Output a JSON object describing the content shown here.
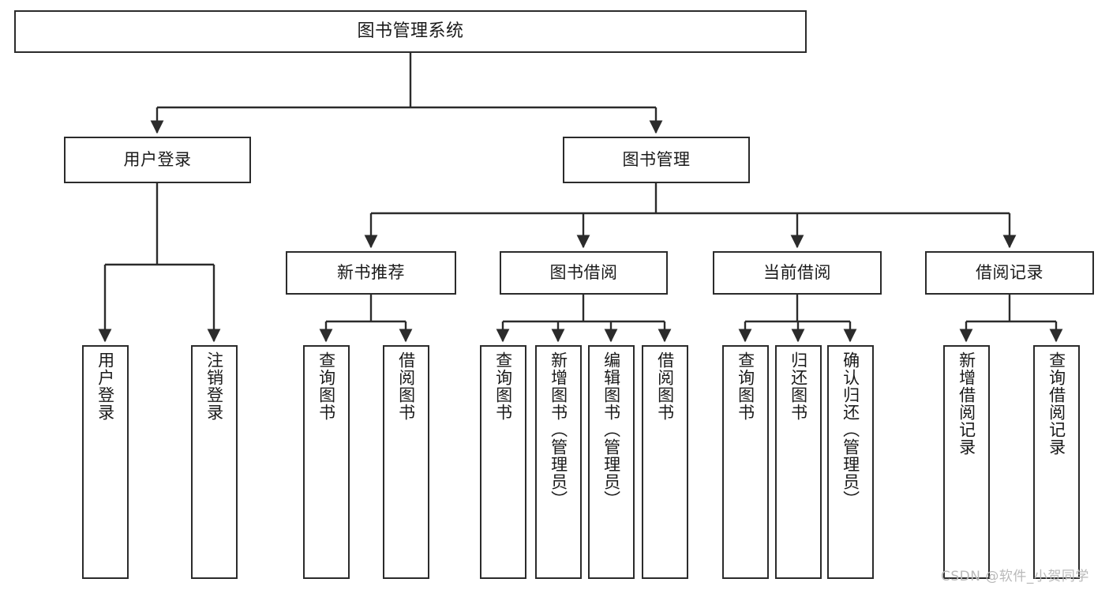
{
  "diagram": {
    "type": "tree",
    "title": "图书管理系统",
    "orientation": "top-down",
    "colors": {
      "background": "#ffffff",
      "node_border": "#2b2b2b",
      "node_fill": "#ffffff",
      "edge": "#2b2b2b",
      "text": "#1a1a1a",
      "watermark": "#b9b9b9"
    },
    "root": {
      "label": "图书管理系统"
    },
    "level2": [
      {
        "label": "用户登录"
      },
      {
        "label": "图书管理"
      }
    ],
    "level3": [
      {
        "label": "新书推荐"
      },
      {
        "label": "图书借阅"
      },
      {
        "label": "当前借阅"
      },
      {
        "label": "借阅记录"
      }
    ],
    "leaves": {
      "user_login": [
        {
          "label": "用户登录"
        },
        {
          "label": "注销登录"
        }
      ],
      "new_book_recommend": [
        {
          "label": "查询图书"
        },
        {
          "label": "借阅图书"
        }
      ],
      "book_borrow": [
        {
          "label": "查询图书"
        },
        {
          "label": "新增图书（管理员）"
        },
        {
          "label": "编辑图书（管理员）"
        },
        {
          "label": "借阅图书"
        }
      ],
      "current_borrow": [
        {
          "label": "查询图书"
        },
        {
          "label": "归还图书"
        },
        {
          "label": "确认归还（管理员）"
        }
      ],
      "borrow_record": [
        {
          "label": "新增借阅记录"
        },
        {
          "label": "查询借阅记录"
        }
      ]
    }
  },
  "watermark": {
    "text": "CSDN @软件_小贺同学"
  }
}
